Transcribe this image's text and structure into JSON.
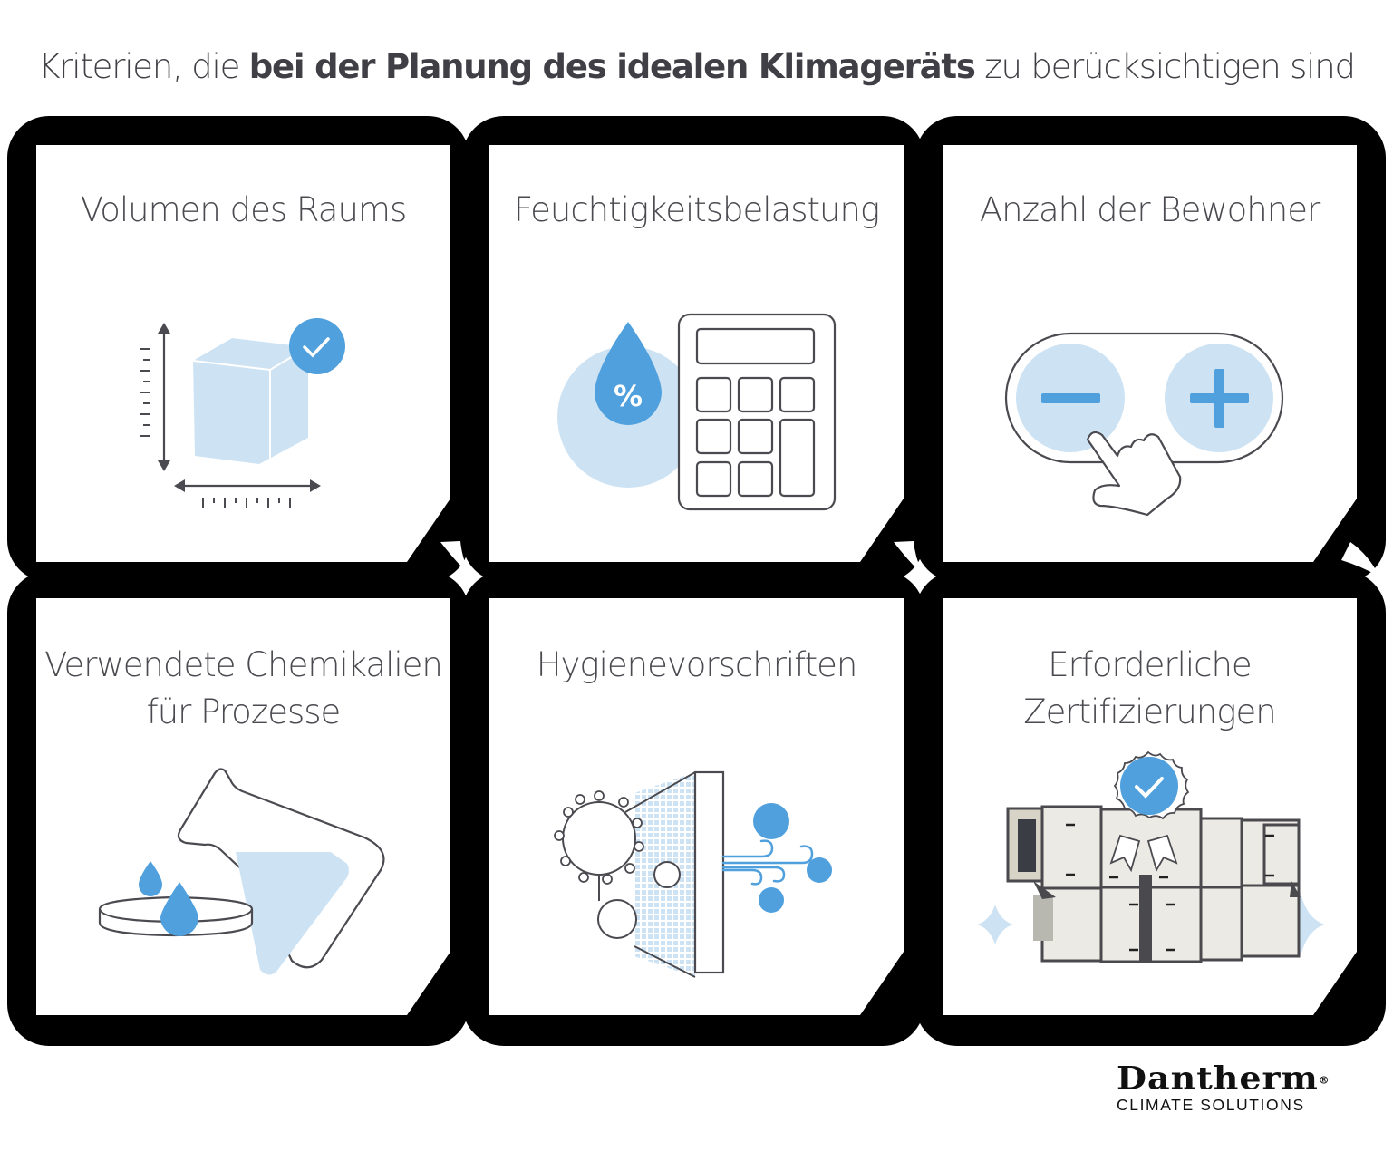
{
  "headline": {
    "prefix": "Kriterien, die ",
    "bold": "bei der Planung des idealen Klimageräts",
    "suffix": " zu berücksichtigen sind"
  },
  "cards": [
    {
      "title_line1": "Volumen des Raums",
      "title_line2": "",
      "icon": "cube-volume-check-icon"
    },
    {
      "title_line1": "Feuchtigkeitsbelastung",
      "title_line2": "",
      "icon": "humidity-calculator-icon"
    },
    {
      "title_line1": "Anzahl der Bewohner",
      "title_line2": "",
      "icon": "minus-plus-hand-icon"
    },
    {
      "title_line1": "Verwendete Chemikalien",
      "title_line2": "für Prozesse",
      "icon": "chemical-flask-drops-icon"
    },
    {
      "title_line1": "Hygienevorschriften",
      "title_line2": "",
      "icon": "virus-filter-airflow-icon"
    },
    {
      "title_line1": "Erforderliche",
      "title_line2": "Zertifizierungen",
      "icon": "certified-air-handling-unit-icon"
    }
  ],
  "percent_symbol": "%",
  "logo": {
    "name": "Dantherm",
    "registered": "®",
    "tagline": "CLIMATE SOLUTIONS"
  },
  "colors": {
    "accent_blue": "#4fa0dc",
    "light_blue": "#cde3f4",
    "frame_black": "#000000",
    "text_gray": "#4a4a50",
    "line_gray": "#4a4a50"
  }
}
